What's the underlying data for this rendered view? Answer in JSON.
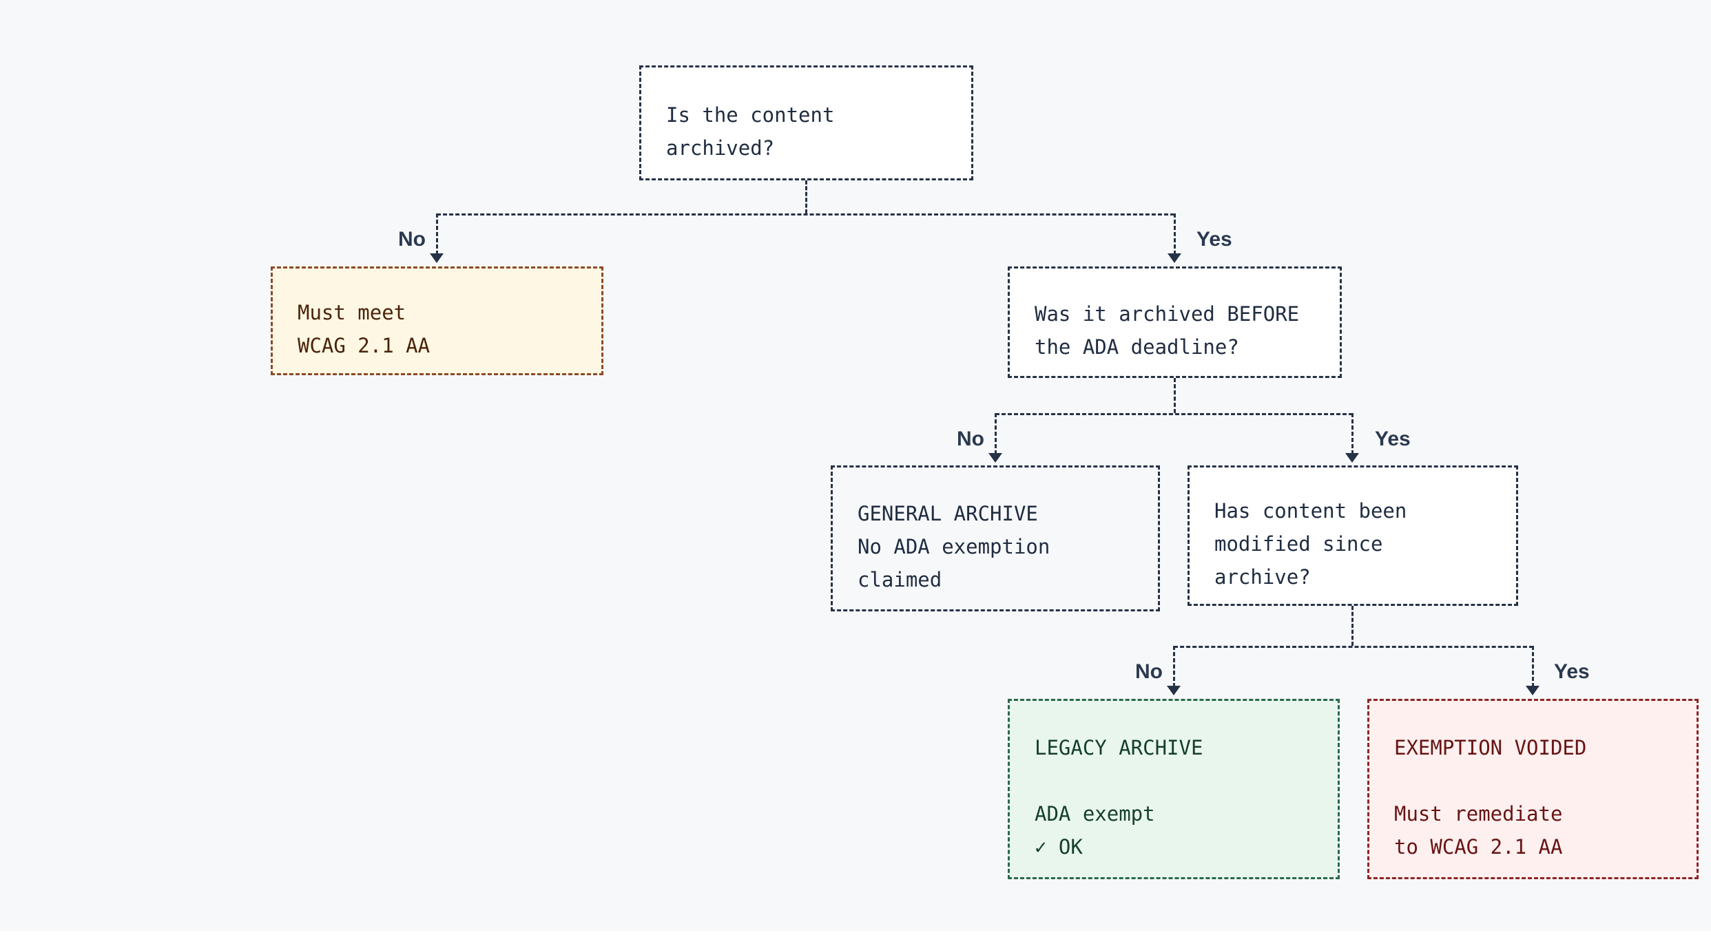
{
  "diagram": {
    "nodes": {
      "q_archived": {
        "lines": [
          "Is the content",
          "archived?"
        ]
      },
      "must_meet_wcag": {
        "lines": [
          "Must meet",
          "WCAG 2.1 AA"
        ]
      },
      "q_before_deadline": {
        "lines": [
          "Was it archived BEFORE",
          "the ADA deadline?"
        ]
      },
      "general_archive": {
        "lines": [
          "GENERAL ARCHIVE",
          "No ADA exemption",
          "claimed"
        ]
      },
      "q_modified": {
        "lines": [
          "Has content been",
          "modified since",
          "archive?"
        ]
      },
      "legacy_archive": {
        "lines": [
          "LEGACY ARCHIVE",
          "",
          "ADA exempt",
          "✓ OK"
        ]
      },
      "exemption_voided": {
        "lines": [
          "EXEMPTION VOIDED",
          "",
          "Must remediate",
          "to WCAG 2.1 AA"
        ]
      }
    },
    "branches": {
      "archived": {
        "no": "No",
        "yes": "Yes"
      },
      "before_deadline": {
        "no": "No",
        "yes": "Yes"
      },
      "modified": {
        "no": "No",
        "yes": "Yes"
      }
    },
    "colors": {
      "page_bg": "#f7f8fa",
      "line": "#263246",
      "branch_label": "#2b3950",
      "node_text": "#1f2c40",
      "node_bg": "#ffffff",
      "warning_bg": "#fdf7e3",
      "warning_border": "#8c4a28",
      "warning_text": "#4b2309",
      "success_bg": "#e9f6ee",
      "success_border": "#29684c",
      "success_text": "#153f2c",
      "danger_bg": "#fdf0ef",
      "danger_border": "#8e2424",
      "danger_text": "#681414"
    }
  }
}
